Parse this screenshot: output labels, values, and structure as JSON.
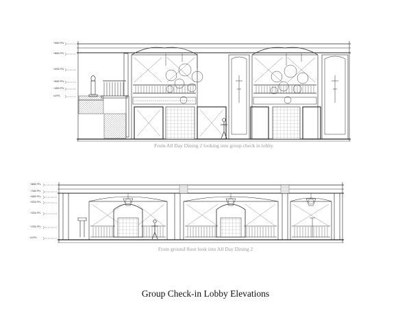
{
  "sheet": {
    "title": "Group Check-in Lobby Elevations"
  },
  "elevation_1": {
    "caption": "From All Day Dining 2 looking into group check in lobby",
    "level_labels": [
      "+9000 FFL",
      "+8000 FFL",
      "+6700 FFL",
      "+5000 FFL",
      "+4200 FFL",
      "±0 FFL"
    ]
  },
  "elevation_2": {
    "caption": "From ground floor look into All Day Dining 2",
    "level_labels": [
      "+8000 FFL",
      "+7000 FFL",
      "+6200 FFL",
      "+5700 FFL",
      "+3700 FFL",
      "+2700 FFL",
      "±0 FFL"
    ]
  }
}
